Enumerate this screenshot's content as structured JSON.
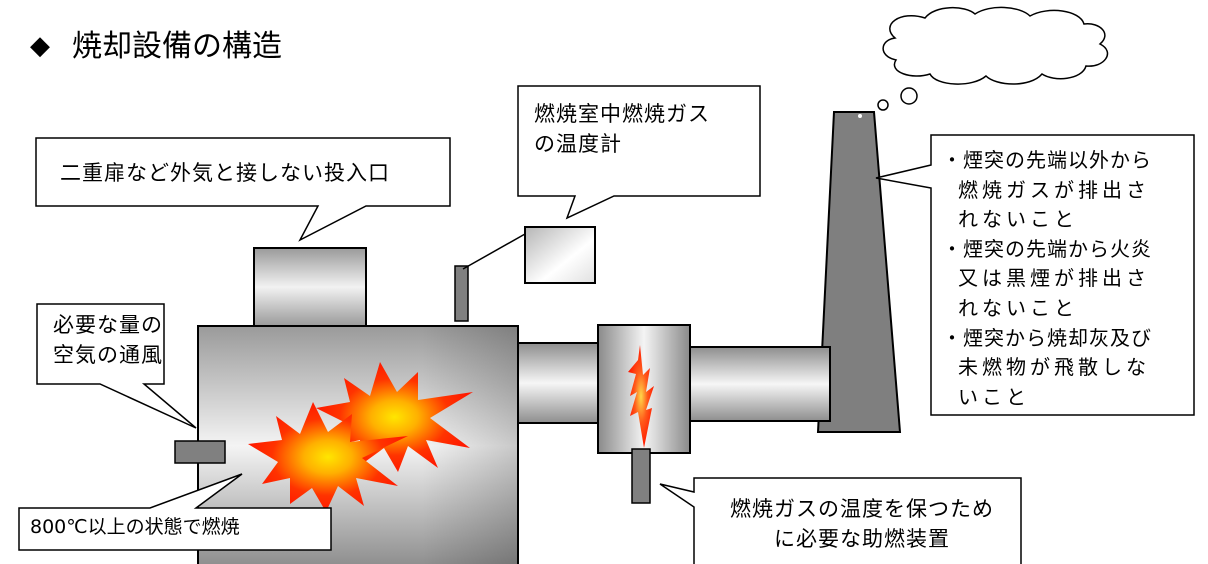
{
  "title": {
    "marker": "◆",
    "text": "焼却設備の構造"
  },
  "callouts": {
    "inlet": "二重扉など外気と接しない投入口",
    "thermometer": [
      "燃焼室中燃焼ガス",
      "の温度計"
    ],
    "air": [
      "必要な量の",
      "空気の通風"
    ],
    "temperature": "800℃以上の状態で燃焼",
    "burner": [
      "燃焼ガスの温度を保つため",
      "に必要な助燃装置"
    ],
    "chimney": [
      {
        "bullet": "・煙突の先端以外から",
        "lines": [
          "燃焼ガスが排出さ",
          "れないこと"
        ]
      },
      {
        "bullet": "・煙突の先端から火炎",
        "lines": [
          "又は黒煙が排出さ",
          "れないこと"
        ]
      },
      {
        "bullet": "・煙突から焼却灰及び",
        "lines": [
          "未燃物が飛散しな",
          "いこと"
        ]
      }
    ]
  },
  "colors": {
    "steel_dark": "#8a8a8a",
    "steel_light": "#f2f2f2",
    "chimney": "#7f7f7f",
    "port": "#808080",
    "flame_outer": "#ff2200",
    "flame_inner": "#ffd000",
    "outline": "#000000"
  }
}
